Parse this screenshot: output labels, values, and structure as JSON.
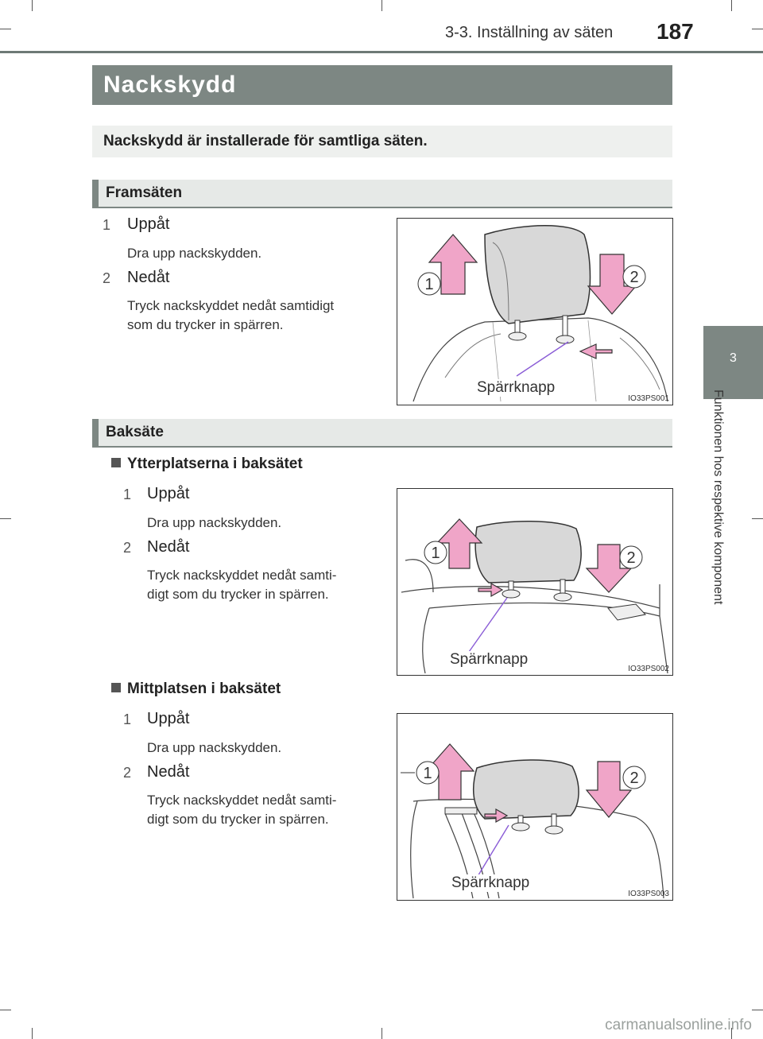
{
  "header": {
    "section": "3-3. Inställning av säten",
    "page_number": "187"
  },
  "side_tab": {
    "chapter_number": "3",
    "chapter_title": "Funktionen hos respektive komponent"
  },
  "title": "Nackskydd",
  "intro": "Nackskydd är installerade för samtliga säten.",
  "front": {
    "heading": "Framsäten",
    "items": [
      {
        "num": "1",
        "label": "Uppåt",
        "desc": [
          "Dra upp nackskydden."
        ]
      },
      {
        "num": "2",
        "label": "Nedåt",
        "desc": [
          "Tryck nackskyddet nedåt samtidigt",
          "som du trycker in spärren."
        ]
      }
    ],
    "figure": {
      "code": "IO33PS001",
      "callout": "Spärrknapp",
      "arrow_up": "1",
      "arrow_down": "2"
    }
  },
  "rear": {
    "heading": "Baksäte",
    "outer": {
      "subheading": "Ytterplatserna i baksätet",
      "items": [
        {
          "num": "1",
          "label": "Uppåt",
          "desc": [
            "Dra upp nackskydden."
          ]
        },
        {
          "num": "2",
          "label": "Nedåt",
          "desc": [
            "Tryck nackskyddet nedåt samti-",
            "digt som du trycker in spärren."
          ]
        }
      ],
      "figure": {
        "code": "IO33PS002",
        "callout": "Spärrknapp",
        "arrow_up": "1",
        "arrow_down": "2"
      }
    },
    "center": {
      "subheading": "Mittplatsen i baksätet",
      "items": [
        {
          "num": "1",
          "label": "Uppåt",
          "desc": [
            "Dra upp nackskydden."
          ]
        },
        {
          "num": "2",
          "label": "Nedåt",
          "desc": [
            "Tryck nackskyddet nedåt samti-",
            "digt som du trycker in spärren."
          ]
        }
      ],
      "figure": {
        "code": "IO33PS003",
        "callout": "Spärrknapp",
        "arrow_up": "1",
        "arrow_down": "2"
      }
    }
  },
  "watermark": "carmanualsonline.info",
  "colors": {
    "bar": "#7d8783",
    "arrow_fill": "#f0a5c8",
    "callout_line": "#8a5cd6"
  }
}
